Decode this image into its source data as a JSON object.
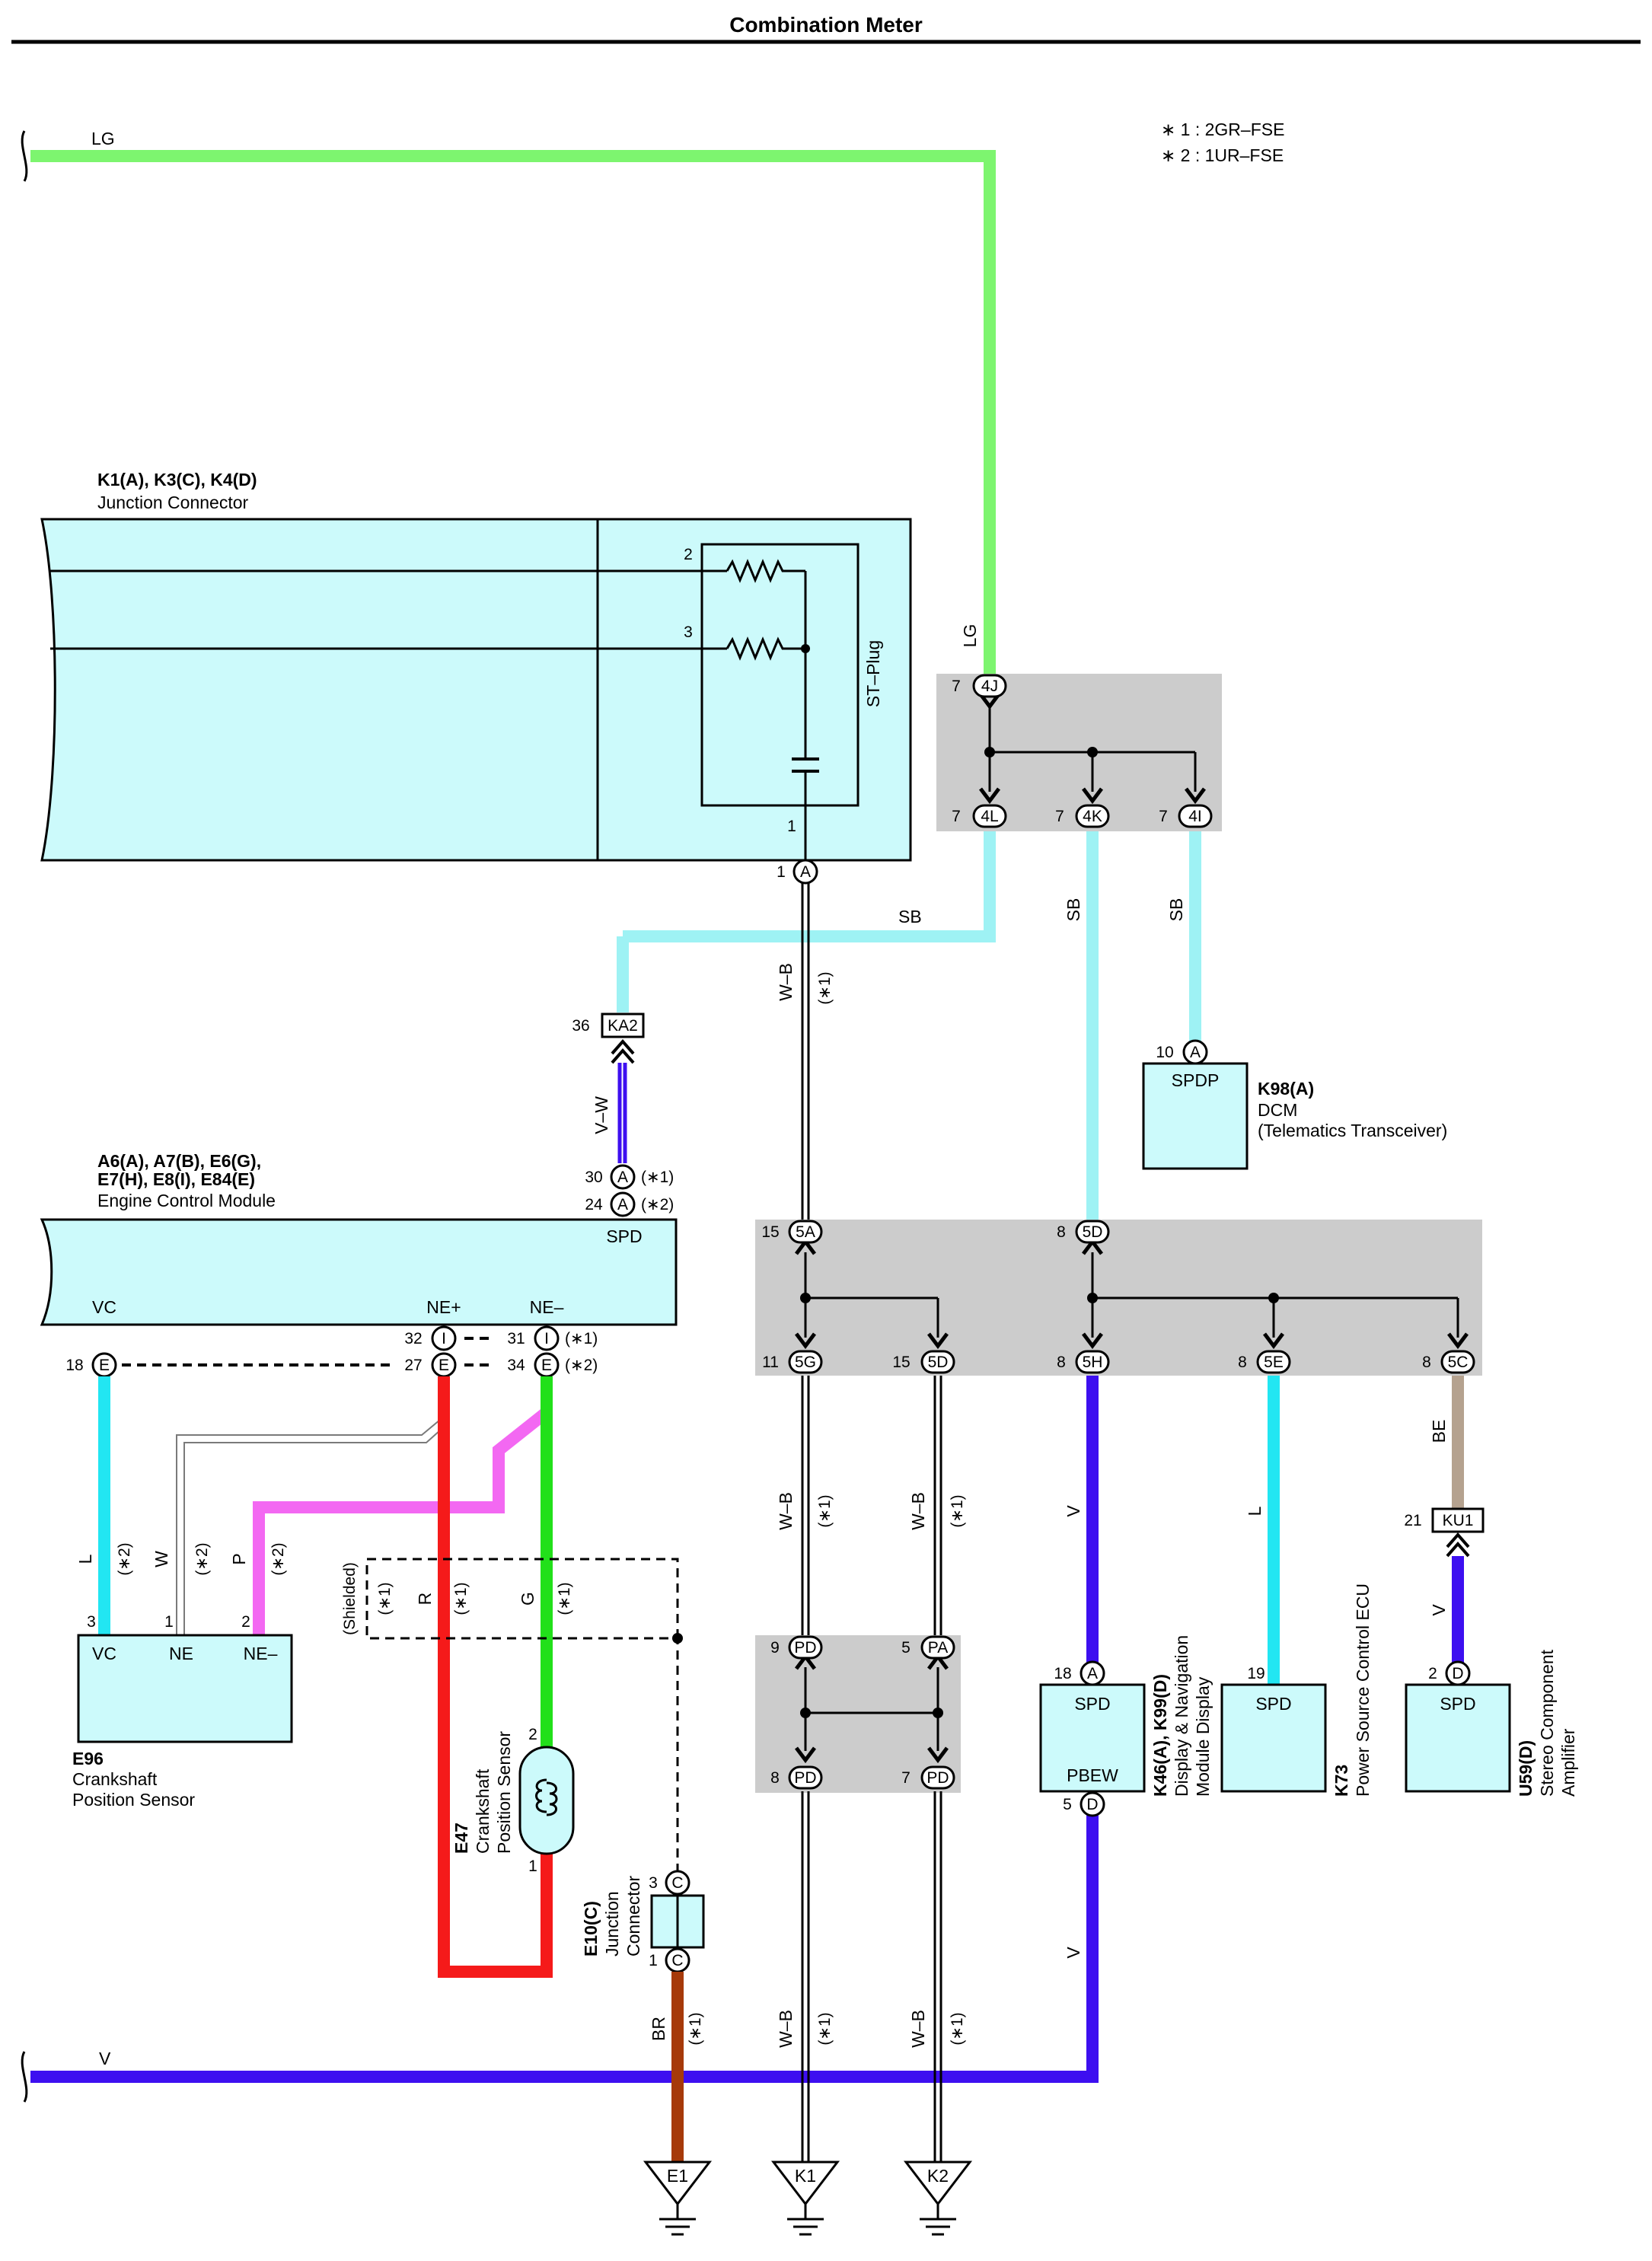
{
  "title": "Combination Meter",
  "notes": [
    "∗ 1 : 2GR–FSE",
    "∗ 2 : 1UR–FSE"
  ],
  "colors": {
    "LG": "#7df56f",
    "SB": "#9ef2f4",
    "L": "#22e6f2",
    "V": "#3d0ff0",
    "R": "#f51a1a",
    "G": "#22e01a",
    "P": "#f368f2",
    "BR": "#a63a0a",
    "BE": "#b5a28f",
    "box": "#ccfafb",
    "junction": "#cccccc"
  },
  "wires": {
    "LG": "LG",
    "SB": "SB",
    "WB": "W–B",
    "V": "V",
    "VW": "V–W",
    "L": "L",
    "W": "W",
    "P": "P",
    "R": "R",
    "G": "G",
    "BR": "BR",
    "BE": "BE",
    "shielded": "(Shielded)",
    "star1": "(∗1)",
    "star2": "(∗2)"
  },
  "components": {
    "junction_k1": {
      "id": "K1(A), K3(C), K4(D)",
      "name": "Junction Connector",
      "plug": "ST–Plug"
    },
    "ecm": {
      "id_line1": "A6(A), A7(B), E6(G),",
      "id_line2": "E7(H), E8(I), E84(E)",
      "name": "Engine Control Module",
      "spd": "SPD",
      "vc": "VC",
      "ne_plus": "NE+",
      "ne_minus": "NE–"
    },
    "e96": {
      "id": "E96",
      "name1": "Crankshaft",
      "name2": "Position Sensor",
      "vc": "VC",
      "ne": "NE",
      "ne_minus": "NE–"
    },
    "e47": {
      "id": "E47",
      "name1": "Crankshaft",
      "name2": "Position Sensor"
    },
    "e10": {
      "id": "E10(C)",
      "name1": "Junction",
      "name2": "Connector"
    },
    "k98": {
      "id": "K98(A)",
      "name1": "DCM",
      "name2": "(Telematics Transceiver)",
      "term": "SPDP"
    },
    "k46": {
      "id": "K46(A), K99(D)",
      "name1": "Display & Navigation",
      "name2": "Module Display",
      "term1": "SPD",
      "term2": "PBEW"
    },
    "k73": {
      "id": "K73",
      "name": "Power Source Control ECU",
      "term": "SPD"
    },
    "u59": {
      "id": "U59(D)",
      "name1": "Stereo Component",
      "name2": "Amplifier",
      "term": "SPD"
    }
  },
  "connectors": {
    "c4J": "4J",
    "c4L": "4L",
    "c4K": "4K",
    "c4I": "4I",
    "c5A": "5A",
    "c5D_top": "5D",
    "c5G": "5G",
    "c5D": "5D",
    "c5H": "5H",
    "c5E": "5E",
    "c5C": "5C",
    "pd_top": "PD",
    "pa": "PA",
    "pd_bl": "PD",
    "pd_br": "PD",
    "ka2": "KA2",
    "ku1": "KU1",
    "A": "A",
    "C": "C",
    "D": "D",
    "E": "E",
    "I": "I"
  },
  "pins": {
    "p7": "7",
    "p1": "1",
    "p2": "2",
    "p3": "3",
    "p5": "5",
    "p8": "8",
    "p9": "9",
    "p10": "10",
    "p11": "11",
    "p15": "15",
    "p18": "18",
    "p19": "19",
    "p21": "21",
    "p24": "24",
    "p27": "27",
    "p30": "30",
    "p31": "31",
    "p32": "32",
    "p34": "34",
    "p36": "36"
  },
  "grounds": {
    "e1": "E1",
    "k1": "K1",
    "k2": "K2"
  }
}
